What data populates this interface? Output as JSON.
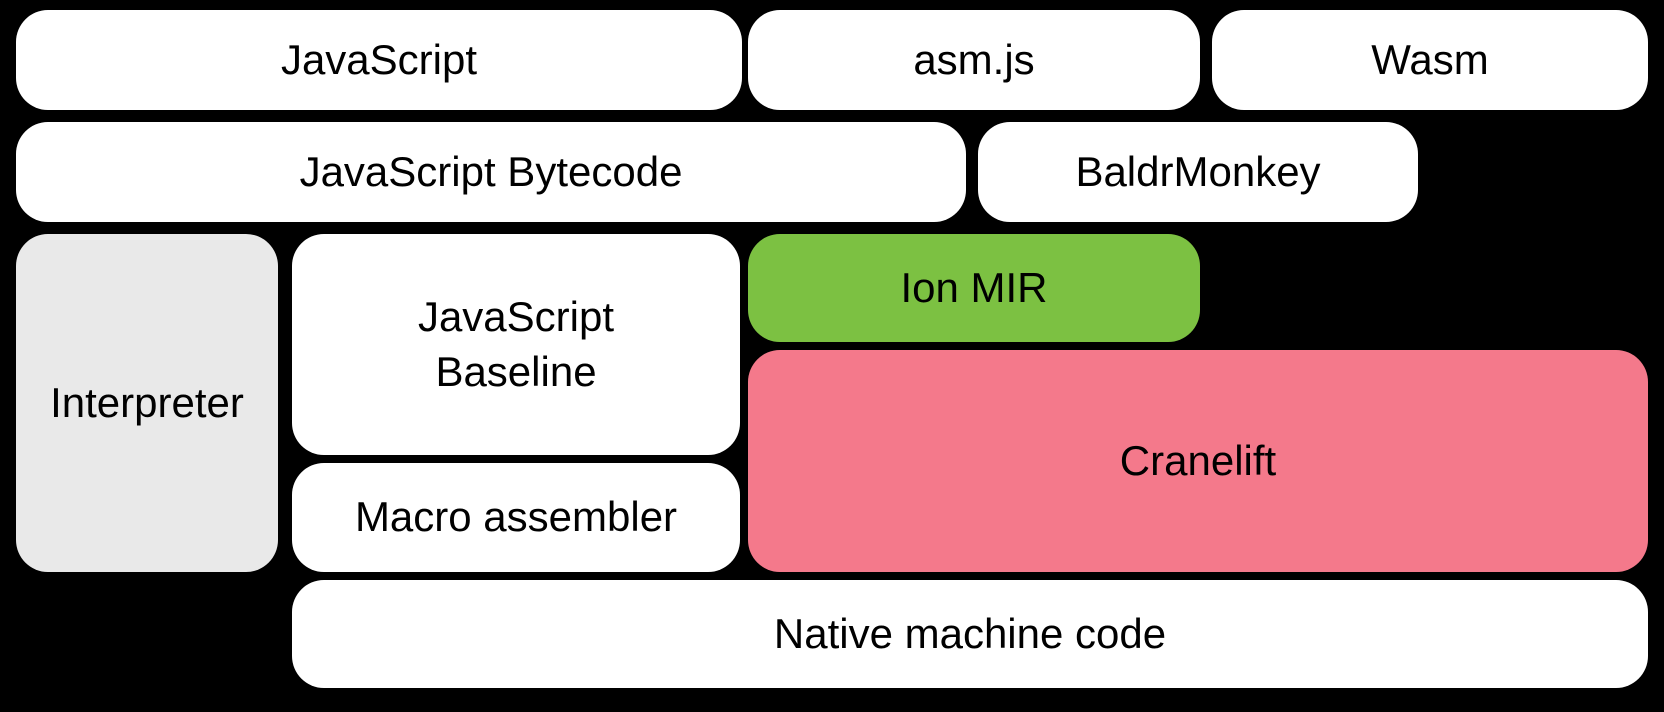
{
  "diagram": {
    "background_color": "#000000",
    "node_text_color": "#000000",
    "colors": {
      "default_box": "#ffffff",
      "interpreter_box": "#e9e9e9",
      "ion_mir_box": "#7cc142",
      "cranelift_box": "#f4798b"
    },
    "nodes": {
      "javascript": {
        "label": "JavaScript"
      },
      "asmjs": {
        "label": "asm.js"
      },
      "wasm": {
        "label": "Wasm"
      },
      "javascript_bytecode": {
        "label": "JavaScript Bytecode"
      },
      "baldrmonkey": {
        "label": "BaldrMonkey"
      },
      "interpreter": {
        "label": "Interpreter"
      },
      "javascript_baseline": {
        "label": "JavaScript\nBaseline"
      },
      "ion_mir": {
        "label": "Ion MIR"
      },
      "cranelift": {
        "label": "Cranelift"
      },
      "macro_assembler": {
        "label": "Macro assembler"
      },
      "native_machine_code": {
        "label": "Native machine code"
      }
    }
  }
}
